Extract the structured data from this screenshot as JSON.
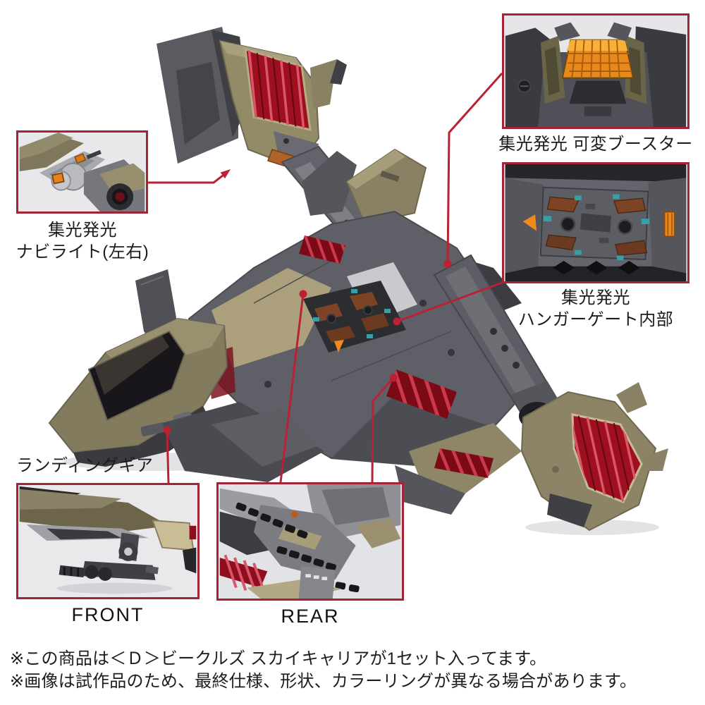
{
  "callouts": {
    "booster": {
      "label": "集光発光 可変ブースター"
    },
    "hangar": {
      "line1": "集光発光",
      "line2": "ハンガーゲート内部"
    },
    "navlight": {
      "line1": "集光発光",
      "line2": "ナビライト(左右)"
    },
    "landing_gear": {
      "label": "ランディングギア"
    },
    "front": {
      "label": "FRONT"
    },
    "rear": {
      "label": "REAR"
    }
  },
  "notes": {
    "line1": "※この商品は＜Ｄ＞ビークルズ スカイキャリアが1セット入ってます。",
    "line2": "※画像は試作品のため、最終仕様、形状、カラーリングが異なる場合があります。"
  },
  "colors": {
    "inset_border_red": "#a52337",
    "callout_line_red": "#bb2034",
    "red_chrome": "#9e1020",
    "orange_lens": "#e8891c",
    "copper": "#7c4424",
    "teal": "#35a0a8",
    "olive": "#8a8164",
    "gray_body": "#5f6067",
    "background": "#ffffff"
  }
}
